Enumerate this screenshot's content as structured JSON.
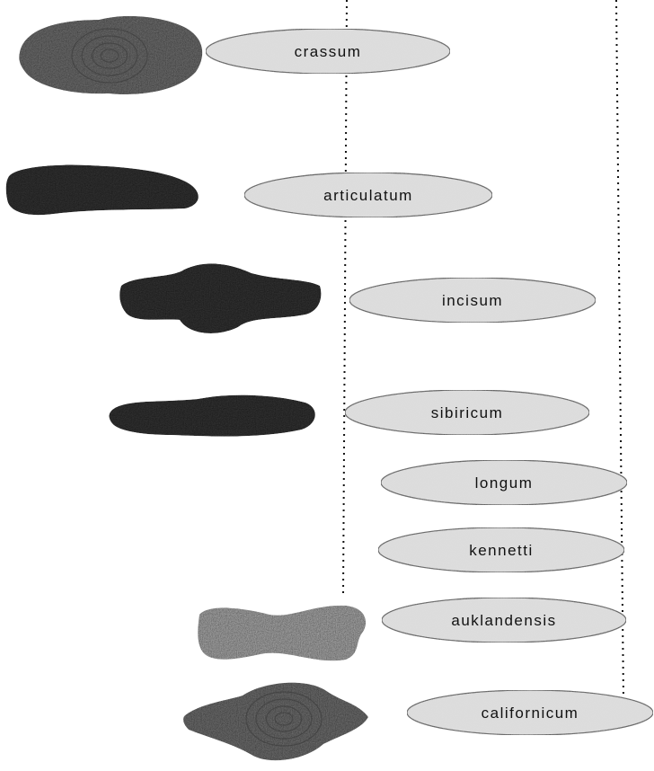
{
  "specimens": [
    {
      "name": "crassum",
      "shape": "rounded-lobed"
    },
    {
      "name": "articulatum",
      "shape": "elongate-flat"
    },
    {
      "name": "incisum",
      "shape": "waisted"
    },
    {
      "name": "sibiricum",
      "shape": "elongate-irregular"
    },
    {
      "name": "longum",
      "shape": "none"
    },
    {
      "name": "kennetti",
      "shape": "none"
    },
    {
      "name": "auklandensis",
      "shape": "pale-waisted"
    },
    {
      "name": "californicum",
      "shape": "rounded-lobed"
    }
  ],
  "colors": {
    "ellipse_fill": "#d9d9d9",
    "ellipse_stroke": "#222222",
    "specimen_dark": "#3a3a3a",
    "specimen_mid": "#7a7a7a",
    "specimen_pale": "#b8b8b8",
    "dotted_line": "#111111"
  }
}
